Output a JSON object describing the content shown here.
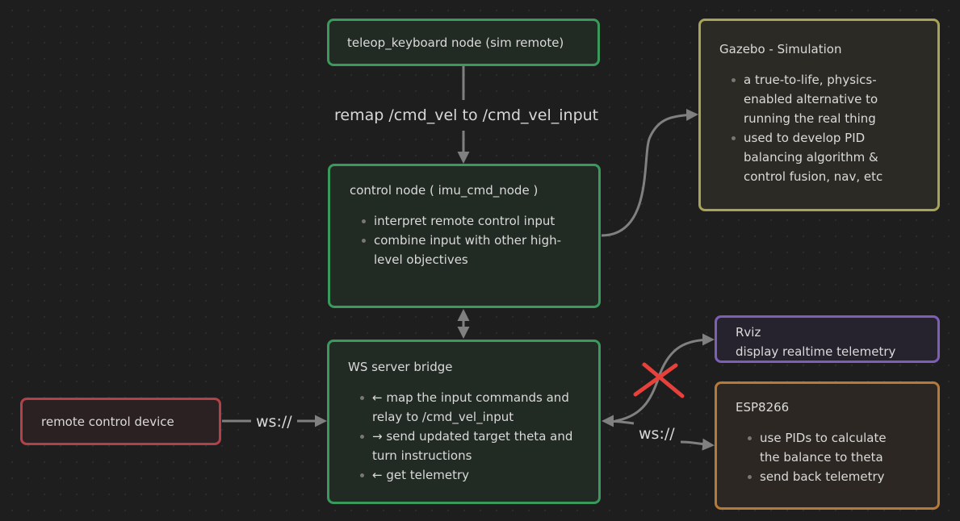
{
  "nodes": {
    "teleop": {
      "title": "teleop_keyboard node (sim remote)"
    },
    "control": {
      "title": "control node ( imu_cmd_node )",
      "items": [
        "interpret remote control input",
        "combine input with other high-level objectives"
      ]
    },
    "gazebo": {
      "title": "Gazebo - Simulation",
      "items": [
        "a true-to-life, physics-enabled alternative to running the real thing",
        "used to develop PID balancing algorithm & control fusion, nav, etc"
      ]
    },
    "ws_bridge": {
      "title": "WS server bridge",
      "items": [
        "← map the input commands and relay to /cmd_vel_input",
        "→ send updated target theta and turn instructions",
        "← get telemetry"
      ]
    },
    "rviz": {
      "title": "Rviz",
      "subtitle": "display realtime telemetry"
    },
    "esp": {
      "title": "ESP8266",
      "items": [
        "use PIDs to calculate the balance to theta",
        "send back telemetry"
      ]
    },
    "remote": {
      "title": "remote control device"
    }
  },
  "edges": {
    "teleop_to_control": {
      "label": "remap /cmd_vel to /cmd_vel_input"
    },
    "remote_to_bridge": {
      "label": "ws://"
    },
    "bridge_esp": {
      "label": "ws://"
    },
    "bridge_rviz": {
      "status": "disabled",
      "marker": "red-x"
    }
  },
  "colors": {
    "canvas": "#1e1e1e",
    "green": "#3a9a5c",
    "yellow": "#a7a357",
    "purple": "#7d5fb8",
    "orange": "#b57a37",
    "red": "#b3414a",
    "edge": "#808080",
    "cross": "#e8403a"
  }
}
